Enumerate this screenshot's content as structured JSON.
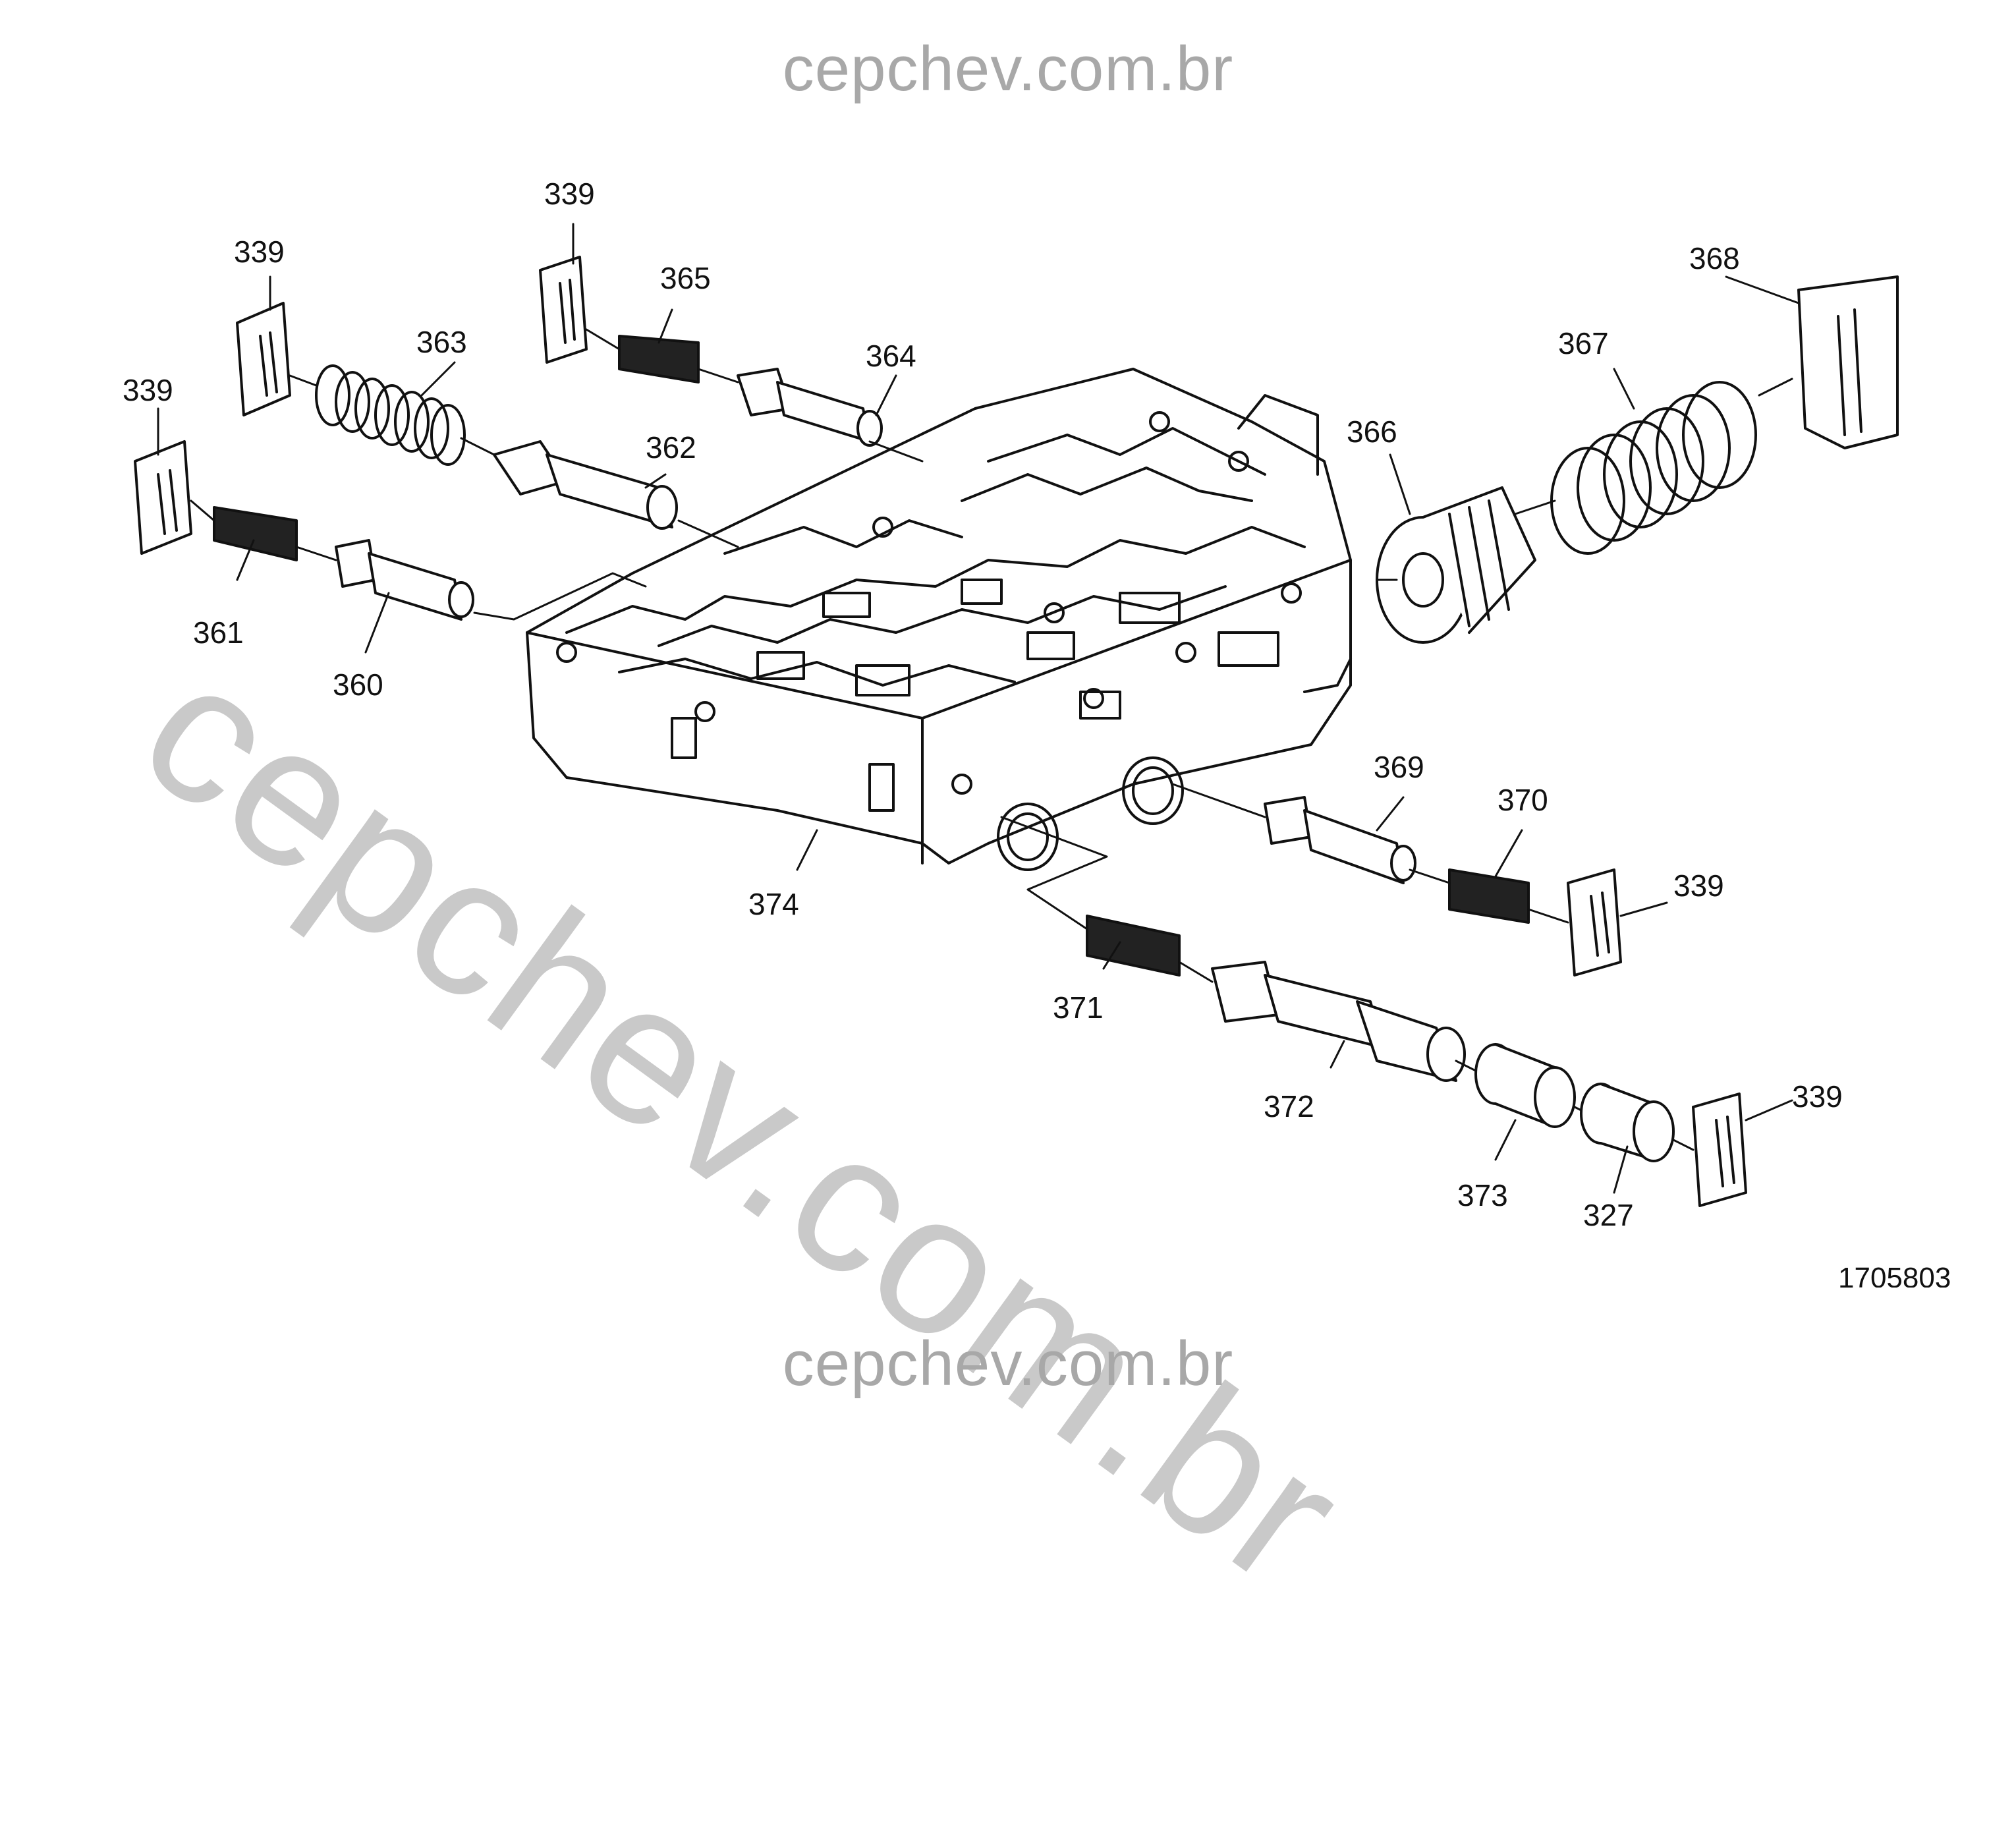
{
  "watermark": {
    "top": "cepchev.com.br",
    "bottom": "cepchev.com.br",
    "diagonal": "cepchev.com.br"
  },
  "figure_code": "1705803",
  "callouts": {
    "c339_a": "339",
    "c339_b": "339",
    "c339_c": "339",
    "c339_d": "339",
    "c339_e": "339",
    "c360": "360",
    "c361": "361",
    "c362": "362",
    "c363": "363",
    "c364": "364",
    "c365": "365",
    "c366": "366",
    "c367": "367",
    "c368": "368",
    "c369": "369",
    "c370": "370",
    "c371": "371",
    "c372": "372",
    "c373": "373",
    "c374": "374",
    "c327": "327"
  },
  "colors": {
    "line": "#111111",
    "watermark": "#a8a8a8",
    "watermark_diag": "#c9c9c9",
    "part_fill": "#ffffff"
  }
}
